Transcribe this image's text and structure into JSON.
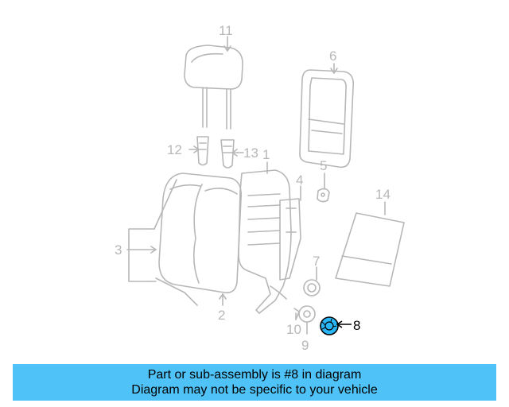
{
  "colors": {
    "line": "#b7b7b7",
    "highlight": "#29b6f6",
    "banner_bg": "#4fc3f7",
    "banner_text": "#000000",
    "callout_active": "#000000"
  },
  "callouts": {
    "c1": "1",
    "c2": "2",
    "c3": "3",
    "c4": "4",
    "c5": "5",
    "c6": "6",
    "c7": "7",
    "c8": "8",
    "c9": "9",
    "c10": "10",
    "c11": "11",
    "c12": "12",
    "c13": "13",
    "c14": "14"
  },
  "highlighted_part": "8",
  "banner": {
    "line1": "Part or sub-assembly is #8 in diagram",
    "line2": "Diagram may not be specific to your vehicle"
  }
}
